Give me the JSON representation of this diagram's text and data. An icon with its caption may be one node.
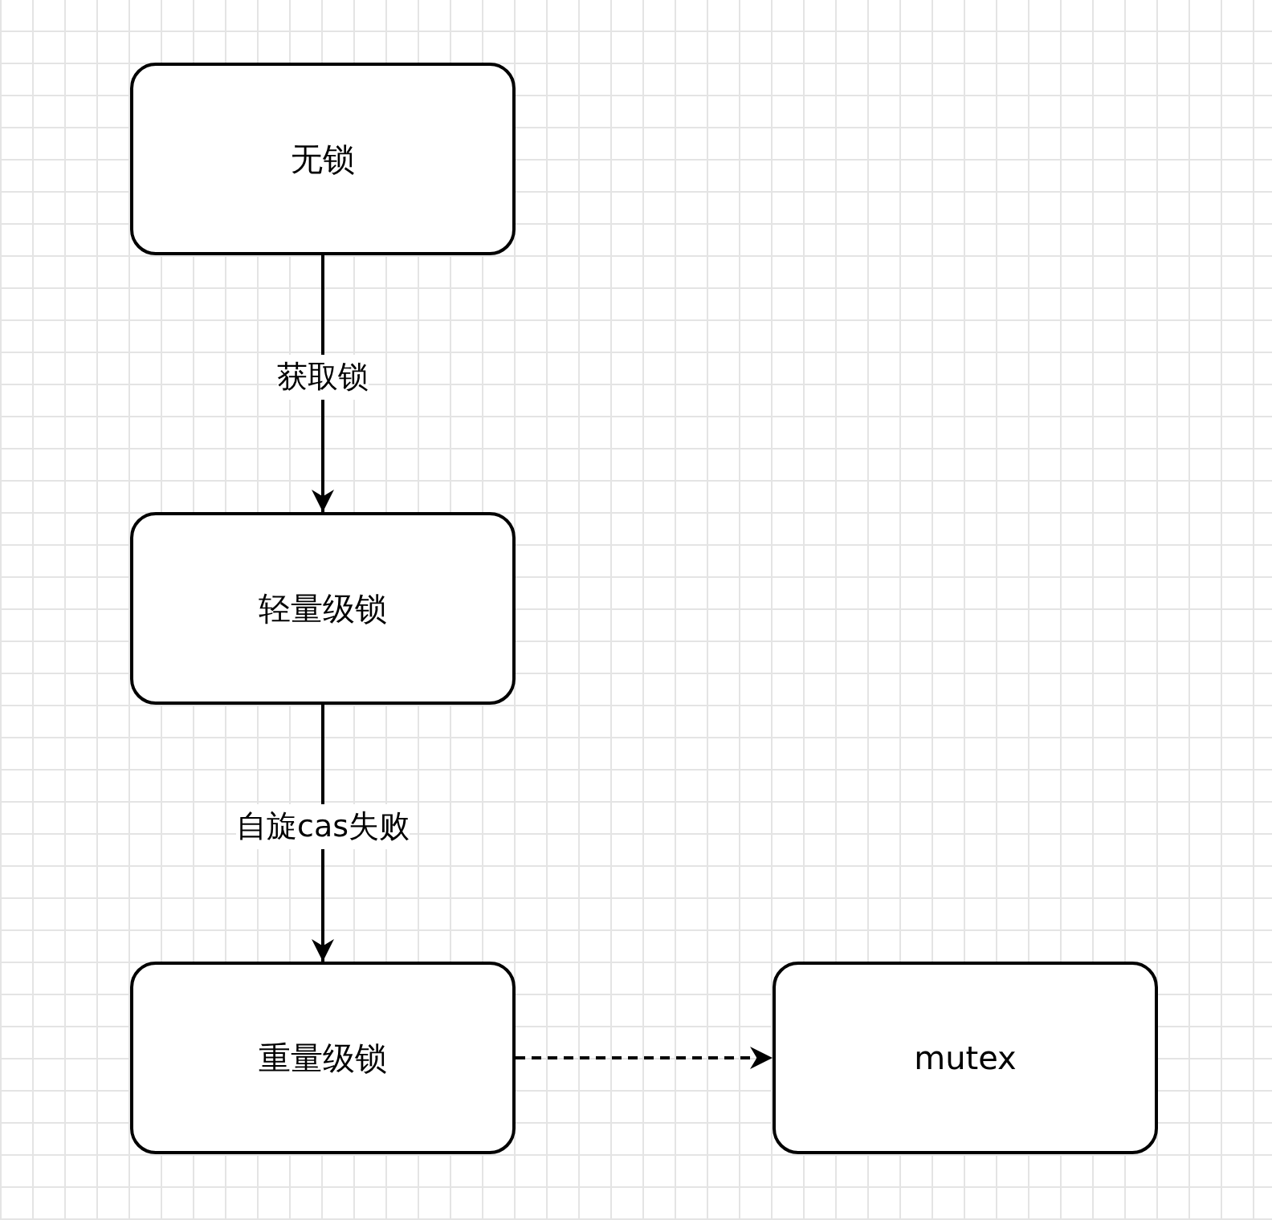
{
  "diagram": {
    "nodes": [
      {
        "text": [
          "无锁"
        ]
      },
      {
        "text": [
          "轻量级锁"
        ]
      },
      {
        "text": [
          "重量级锁"
        ]
      },
      {
        "text": [
          "mutex"
        ]
      }
    ],
    "edges": [
      {
        "from": 0,
        "to": 1,
        "arrow": "to",
        "label": "获取锁"
      },
      {
        "from": 1,
        "to": 2,
        "arrow": "to",
        "label": "自旋cas失败"
      },
      {
        "from": 2,
        "to": 3,
        "arrow": "to",
        "style": "dashed"
      }
    ]
  }
}
